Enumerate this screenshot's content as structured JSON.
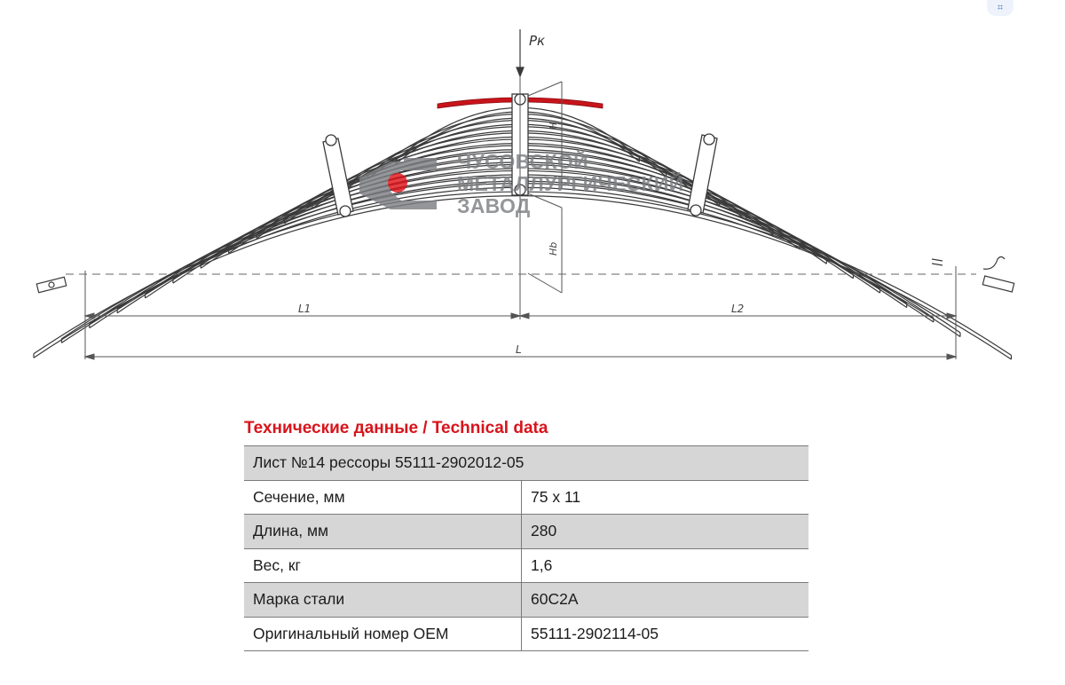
{
  "drawing": {
    "load_label": "Pк",
    "height_label_top": "H",
    "height_label_bottom": "Hb",
    "dim_left": "L1",
    "dim_right": "L2",
    "dim_total": "L",
    "highlight_color": "#c8141b",
    "logo_color": "#7d7f83",
    "logo_lines": [
      "ЧУСОВСКОЙ",
      "МЕТАЛЛУРГИЧЕСКИЙ",
      "ЗАВОД"
    ]
  },
  "ui": {
    "scan_icon": "qr-scan-icon"
  },
  "technical": {
    "title": "Технические данные / Technical data",
    "header": "Лист №14 рессоры 55111-2902012-05",
    "rows": [
      {
        "label": "Сечение, мм",
        "value": "75 x 11"
      },
      {
        "label": "Длина, мм",
        "value": "280"
      },
      {
        "label": "Вес, кг",
        "value": "1,6"
      },
      {
        "label": "Марка стали",
        "value": "60С2А"
      },
      {
        "label": "Оригинальный номер OEM",
        "value": "55111-2902114-05"
      }
    ]
  }
}
